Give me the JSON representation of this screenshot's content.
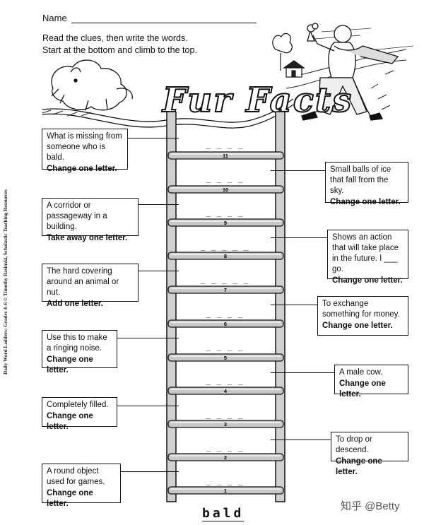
{
  "header": {
    "name_label": "Name",
    "instruction_line1": "Read the clues, then write the words.",
    "instruction_line2": "Start at the bottom and climb to the top."
  },
  "banner": {
    "title": "Fur Facts"
  },
  "credit": "Daily Word Ladders: Grades 4–6 © Timothy Rasinski, Scholastic Teaching Resources",
  "ladder": {
    "start_word": "bald",
    "rungs": [
      "1",
      "2",
      "3",
      "4",
      "5",
      "6",
      "7",
      "8",
      "9",
      "10",
      "11"
    ],
    "blanks": {
      "r1": "_ _ _ _",
      "r2": "_ _ _ _",
      "r3": "_ _ _ _",
      "r4": "_ _ _ _",
      "r5": "_ _ _ _",
      "r6": "_ _ _ _",
      "r7": "_ _ _ _ _",
      "r8": "_ _ _ _ _",
      "r9": "_ _ _ _",
      "r10": "_ _ _ _",
      "r11": "_ _ _ _"
    }
  },
  "clues": {
    "c1": {
      "text": "A round object used for games.",
      "instruction": "Change one letter."
    },
    "c2": {
      "text": "To drop or descend.",
      "instruction": "Change one letter."
    },
    "c3": {
      "text": "Completely filled.",
      "instruction": "Change one letter."
    },
    "c4": {
      "text": "A male cow.",
      "instruction": "Change one letter."
    },
    "c5": {
      "text": "Use this to make a ringing noise.",
      "instruction": "Change one letter."
    },
    "c6": {
      "text": "To exchange something for money.",
      "instruction": "Change one letter."
    },
    "c7": {
      "text": "The hard covering around an animal or nut.",
      "instruction": "Add one letter."
    },
    "c8": {
      "text": "Shows an action that will take place in the future. I ___ go.",
      "instruction": "Change one letter."
    },
    "c9": {
      "text": "A corridor or passageway in a building.",
      "instruction": "Take away one letter."
    },
    "c10": {
      "text": "Small balls of ice that fall from the sky.",
      "instruction": "Change one letter."
    },
    "c11": {
      "text": "What is missing from someone who is bald.",
      "instruction": "Change one letter."
    }
  },
  "watermark": "知乎 @Betty"
}
